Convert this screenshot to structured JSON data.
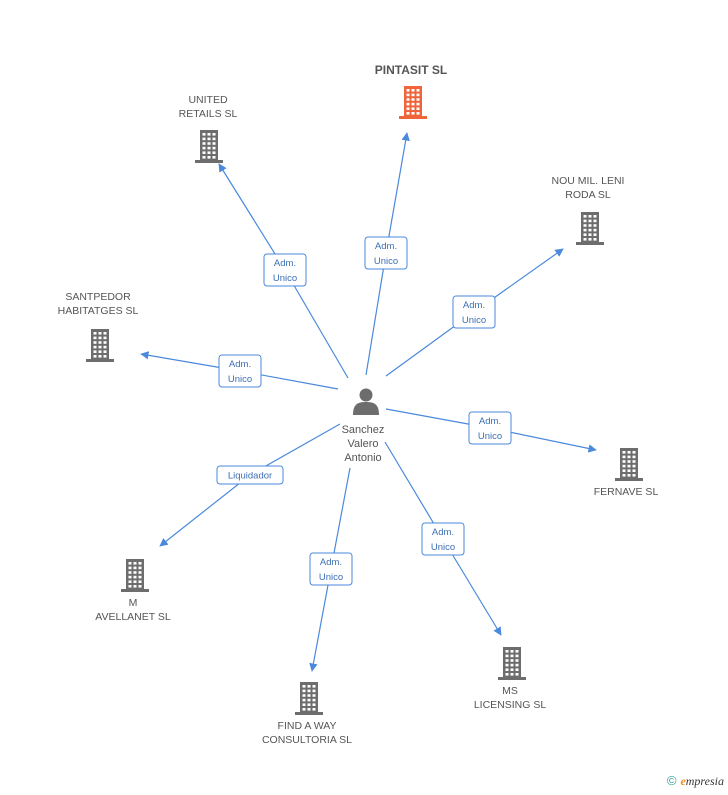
{
  "colors": {
    "edge": "#4a89dc",
    "building": "#6d6d6d",
    "building_highlight": "#f0643c",
    "person": "#6d6d6d"
  },
  "center": {
    "icon": "person-icon",
    "label_lines": [
      "Sanchez",
      "Valero",
      "Antonio"
    ]
  },
  "companies": [
    {
      "id": "pintasit",
      "label_lines": [
        "PINTASIT SL"
      ],
      "highlight": true
    },
    {
      "id": "united-retails",
      "label_lines": [
        "UNITED",
        "RETAILS SL"
      ],
      "highlight": false
    },
    {
      "id": "nou-mil-leni",
      "label_lines": [
        "NOU MIL. LENI",
        "RODA SL"
      ],
      "highlight": false
    },
    {
      "id": "santpedor",
      "label_lines": [
        "SANTPEDOR",
        "HABITATGES SL"
      ],
      "highlight": false
    },
    {
      "id": "fernave",
      "label_lines": [
        "FERNAVE SL"
      ],
      "highlight": false
    },
    {
      "id": "m-avellanet",
      "label_lines": [
        "M",
        "AVELLANET SL"
      ],
      "highlight": false
    },
    {
      "id": "ms-licensing",
      "label_lines": [
        "MS",
        "LICENSING SL"
      ],
      "highlight": false
    },
    {
      "id": "find-a-way",
      "label_lines": [
        "FIND A WAY",
        "CONSULTORIA SL"
      ],
      "highlight": false
    }
  ],
  "edges": [
    {
      "to": "pintasit",
      "label_lines": [
        "Adm.",
        "Unico"
      ]
    },
    {
      "to": "united-retails",
      "label_lines": [
        "Adm.",
        "Unico"
      ]
    },
    {
      "to": "nou-mil-leni",
      "label_lines": [
        "Adm.",
        "Unico"
      ]
    },
    {
      "to": "santpedor",
      "label_lines": [
        "Adm.",
        "Unico"
      ]
    },
    {
      "to": "fernave",
      "label_lines": [
        "Adm.",
        "Unico"
      ]
    },
    {
      "to": "m-avellanet",
      "label_lines": [
        "Liquidador"
      ]
    },
    {
      "to": "ms-licensing",
      "label_lines": [
        "Adm.",
        "Unico"
      ]
    },
    {
      "to": "find-a-way",
      "label_lines": [
        "Adm.",
        "Unico"
      ]
    }
  ],
  "footer": {
    "copyright_symbol": "©",
    "brand_initial": "e",
    "brand_rest": "mpresia"
  }
}
